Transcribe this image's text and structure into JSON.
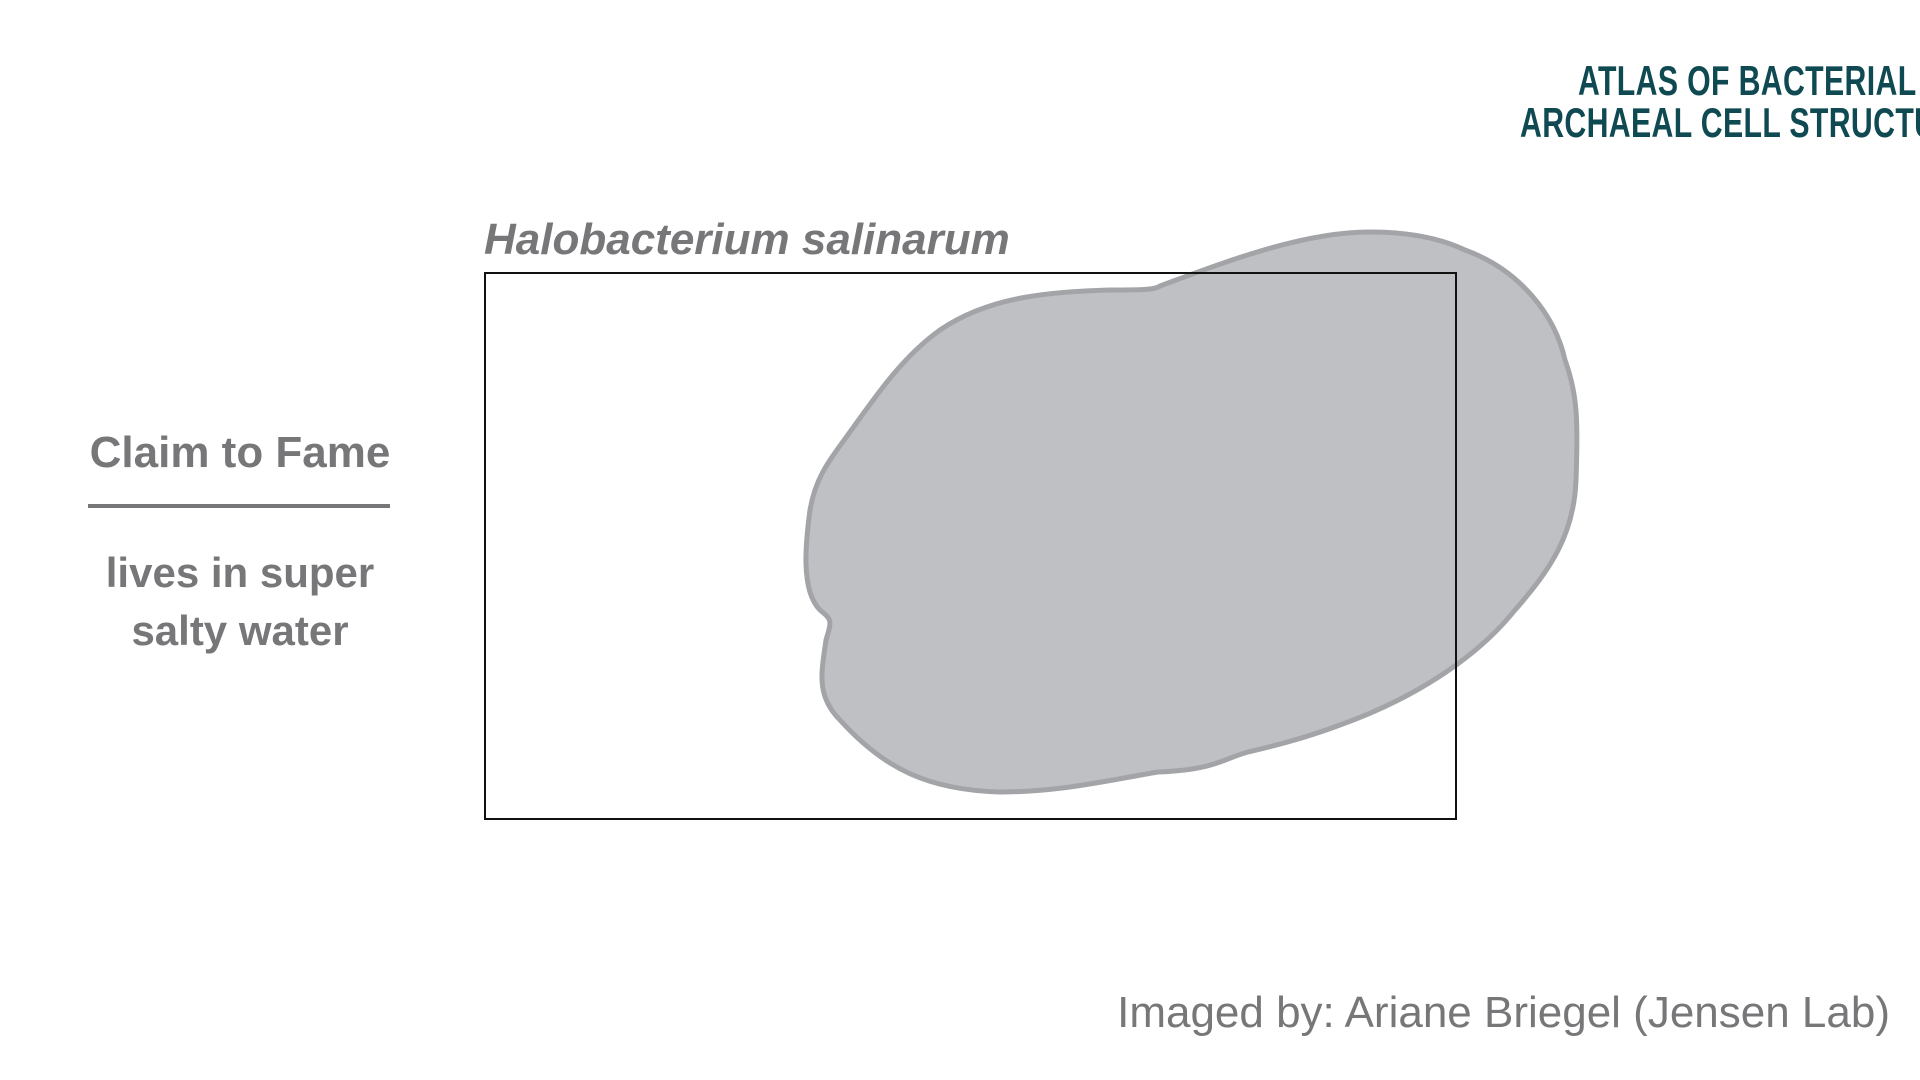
{
  "logo": {
    "line1": "ATLAS OF BACTERIAL AND",
    "line2": "ARCHAEAL CELL STRUCTURE"
  },
  "species_name": "Halobacterium salinarum",
  "claim_to_fame": {
    "heading": "Claim to Fame",
    "line1": "lives in super",
    "line2": "salty water"
  },
  "credit": "Imaged by: Ariane Briegel (Jensen Lab)",
  "colors": {
    "text_gray": "#77777a",
    "logo_teal": "#0f4a52",
    "cell_fill": "#bfc0c3",
    "cell_outline": "#a3a4a7",
    "frame_stroke": "#111111"
  }
}
